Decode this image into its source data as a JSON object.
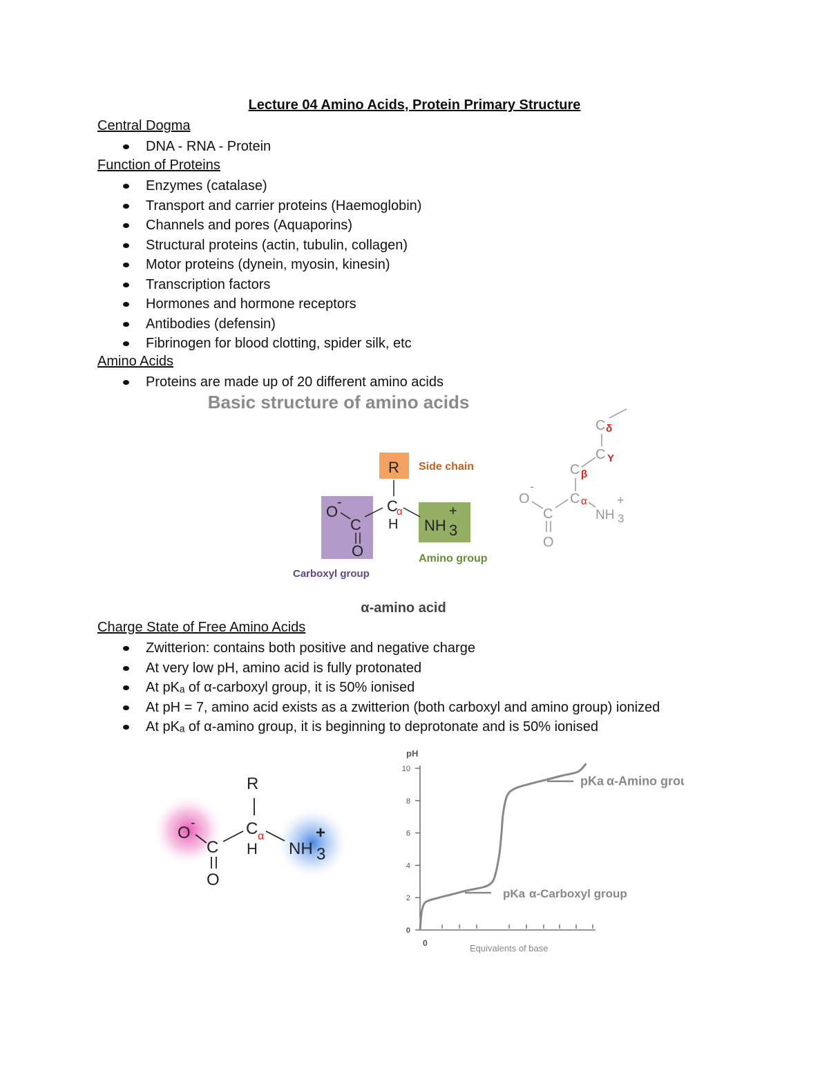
{
  "title": "Lecture 04 Amino Acids, Protein Primary Structure",
  "sections": {
    "central_dogma": {
      "heading": "Central Dogma",
      "items": [
        "DNA - RNA - Protein"
      ]
    },
    "function_of_proteins": {
      "heading": "Function of Proteins",
      "items": [
        "Enzymes (catalase)",
        "Transport and carrier proteins (Haemoglobin)",
        "Channels and pores (Aquaporins)",
        "Structural proteins (actin, tubulin, collagen)",
        "Motor proteins (dynein, myosin, kinesin)",
        "Transcription factors",
        "Hormones and hormone receptors",
        "Antibodies (defensin)",
        "Fibrinogen for blood clotting, spider silk, etc"
      ]
    },
    "amino_acids": {
      "heading": "Amino Acids",
      "items": [
        "Proteins are made up of 20 different amino acids"
      ]
    },
    "charge_state": {
      "heading": "Charge State of Free Amino Acids",
      "items": [
        "Zwitterion: contains both positive and negative charge",
        "At very low pH, amino acid is fully protonated",
        "At pKₐ of α-carboxyl group, it is 50% ionised",
        "At pH = 7, amino acid exists as a zwitterion (both carboxyl and amino group) ionized",
        "At pKₐ of α-amino group, it is beginning to deprotonate and is 50% ionised"
      ]
    }
  },
  "figure1": {
    "title": "Basic structure of amino acids",
    "side_chain_label": "Side chain",
    "carboxyl_label": "Carboxyl group",
    "amino_label": "Amino group",
    "caption": "α-amino acid",
    "atoms": {
      "R": "R",
      "C": "C",
      "H": "H",
      "O": "O",
      "NH": "NH",
      "sub3": "3",
      "plus": "+",
      "minus": "-",
      "alpha": "α",
      "beta": "β",
      "gamma": "Y",
      "delta": "δ"
    },
    "colors": {
      "side_chain_box": "#f4a261",
      "side_chain_text": "#c0601c",
      "carboxyl_box": "#b29bc8",
      "carboxyl_text": "#5b4a82",
      "amino_box": "#94ae64",
      "amino_text": "#6b8a3a",
      "greek": "#e0201b"
    }
  },
  "figure2": {
    "colors": {
      "pink_glow": "#e84fb0",
      "blue_glow": "#3d7fe0",
      "alpha": "#e0201b"
    }
  },
  "chart_data": {
    "type": "line",
    "title": "",
    "ylabel": "pH",
    "xlabel": "Equivalents of base",
    "x_tick_label": "0",
    "ylim": [
      0,
      10
    ],
    "yticks": [
      0,
      2,
      4,
      6,
      8,
      10
    ],
    "xlim": [
      0,
      2.2
    ],
    "series": [
      {
        "x": [
          0,
          0.02,
          0.05,
          0.1,
          0.2,
          0.4,
          0.6,
          0.8,
          0.9,
          0.95,
          1.0,
          1.03,
          1.05,
          1.1,
          1.2,
          1.4,
          1.6,
          1.8,
          2.0,
          2.1
        ],
        "values": [
          0,
          1.1,
          1.6,
          1.8,
          1.95,
          2.2,
          2.45,
          2.65,
          2.9,
          3.4,
          4.6,
          6.0,
          7.2,
          8.3,
          8.75,
          9.05,
          9.3,
          9.55,
          9.8,
          10.3
        ]
      }
    ],
    "annotations": [
      {
        "label_pk": "pKa",
        "text": "α-Amino group",
        "y": 9.2
      },
      {
        "label_pk": "pKa",
        "text": "α-Carboxyl group",
        "y": 2.3
      }
    ],
    "grid": false
  }
}
